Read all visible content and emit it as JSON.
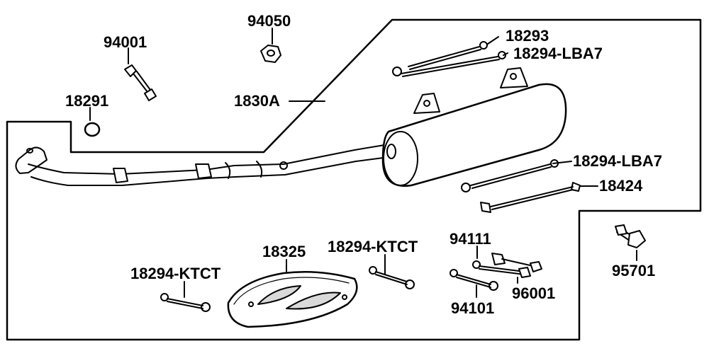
{
  "diagram": {
    "labels": {
      "p94050": "94050",
      "p94001": "94001",
      "p18291": "18291",
      "p1830A": "1830A",
      "p18293": "18293",
      "p18294_LBA7_top": "18294-LBA7",
      "p18294_LBA7_mid": "18294-LBA7",
      "p18424": "18424",
      "p18325": "18325",
      "p18294_KTCT_left": "18294-KTCT",
      "p18294_KTCT_mid": "18294-KTCT",
      "p94111": "94111",
      "p96001": "96001",
      "p94101": "94101",
      "p95701": "95701"
    },
    "colors": {
      "ink": "#000000",
      "paper": "#ffffff",
      "shade": "#d9d9d9"
    }
  }
}
